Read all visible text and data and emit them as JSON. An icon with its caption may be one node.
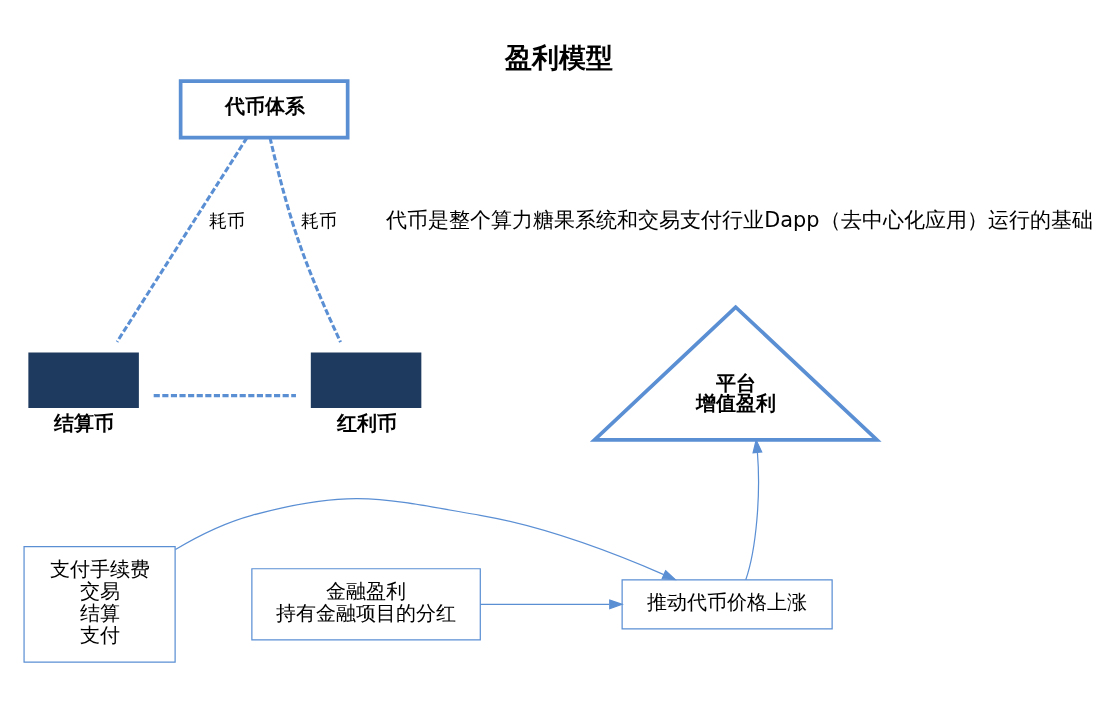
{
  "diagram": {
    "title": "盈利模型",
    "nodes": [
      {
        "text": [
          "代币体系"
        ]
      },
      {
        "text": [
          "结算币"
        ]
      },
      {
        "text": [
          "平台",
          "增值盈利"
        ]
      },
      {
        "text": [
          "红利币"
        ]
      },
      {
        "text": [
          "支付手续费",
          "交易",
          "结算",
          "支付"
        ]
      },
      {
        "text": [
          "推动代币价格上涨"
        ]
      },
      {
        "text": [
          "金融盈利",
          "持有金融项目的分红"
        ]
      }
    ],
    "edges": [
      {
        "from": 0,
        "to": 1,
        "arrow": "none",
        "style": "dashed",
        "label": "耗币"
      },
      {
        "from": 0,
        "to": 3,
        "arrow": "none",
        "style": "dashed",
        "label": "耗币"
      },
      {
        "from": 1,
        "to": 3,
        "arrow": "none",
        "style": "dashed"
      },
      {
        "from": 4,
        "to": 5,
        "arrow": "to"
      },
      {
        "from": 6,
        "to": 5,
        "arrow": "to"
      },
      {
        "from": 5,
        "to": 2,
        "arrow": "to"
      }
    ],
    "labels": [
      "代币是整个算力糖果系统和交易支付行业Dapp（去中心化应用）运行的基础"
    ]
  }
}
